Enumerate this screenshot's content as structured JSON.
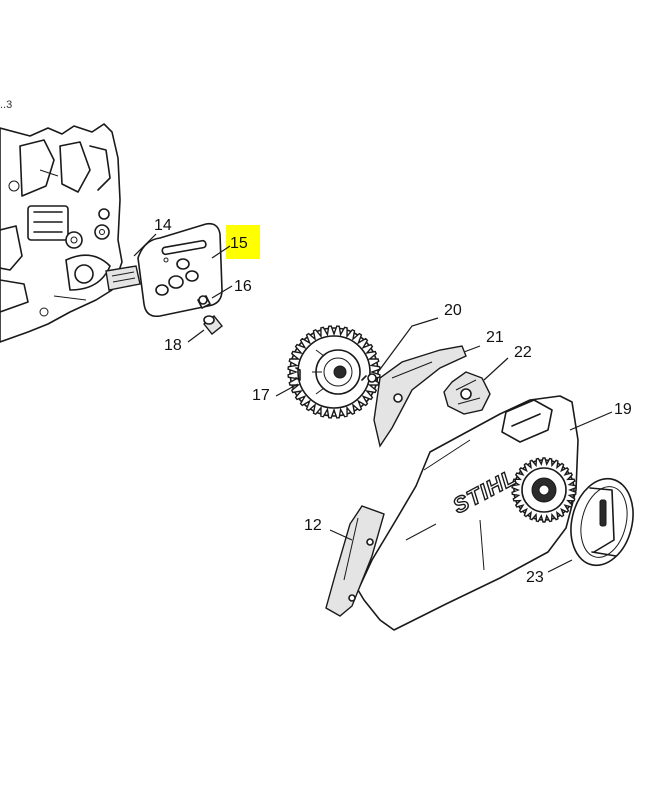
{
  "diagram": {
    "highlight_color": "#ffff00",
    "brand_text": "STIHL",
    "edge_fragment": "..3",
    "callouts": [
      {
        "id": "12",
        "label": "12"
      },
      {
        "id": "14",
        "label": "14"
      },
      {
        "id": "15",
        "label": "15",
        "highlighted": true
      },
      {
        "id": "16",
        "label": "16"
      },
      {
        "id": "17",
        "label": "17"
      },
      {
        "id": "18",
        "label": "18"
      },
      {
        "id": "19",
        "label": "19"
      },
      {
        "id": "20",
        "label": "20"
      },
      {
        "id": "21",
        "label": "21"
      },
      {
        "id": "22",
        "label": "22"
      },
      {
        "id": "23",
        "label": "23"
      }
    ]
  }
}
